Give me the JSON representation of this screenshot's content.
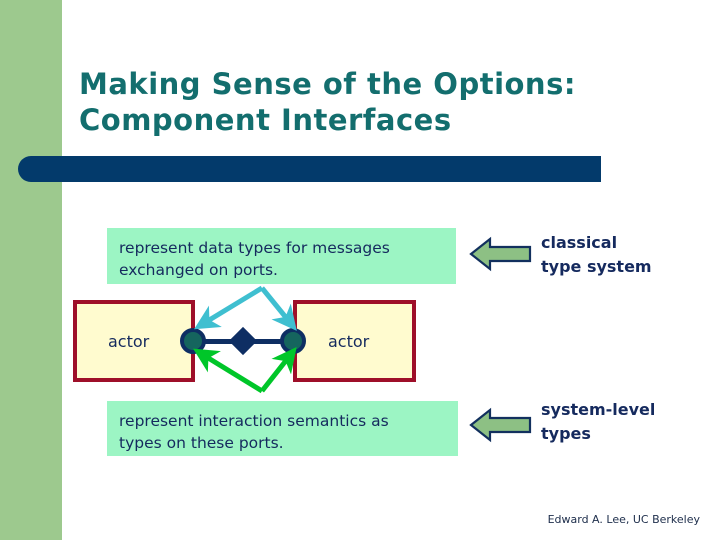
{
  "slide": {
    "title_lines": [
      "Making Sense of the Options:",
      "Component Interfaces"
    ],
    "footer": "Edward A. Lee, UC Berkeley",
    "colors": {
      "title_teal": "#136E6E",
      "band_green": "#9DC98E",
      "bar_navy": "#033A6B",
      "mint": "#9CF5C4",
      "actor_fill": "#FFFBCF",
      "actor_border": "#9E0F29",
      "text_navy": "#152A5E",
      "port_teal": "#15655E",
      "cyan_arrow": "#3FBFD0",
      "green_arrow": "#00C629",
      "block_arrow_fill": "#8DC084"
    }
  },
  "diagram": {
    "callout_top": {
      "lines": [
        "represent data types for messages",
        "exchanged on ports."
      ]
    },
    "callout_bottom": {
      "lines": [
        "represent interaction semantics as",
        "types on these ports."
      ]
    },
    "actor_left_label": "actor",
    "actor_right_label": "actor",
    "label_classical": {
      "lines": [
        "classical",
        "type system"
      ]
    },
    "label_system_level": {
      "lines": [
        "system-level",
        "types"
      ]
    }
  }
}
